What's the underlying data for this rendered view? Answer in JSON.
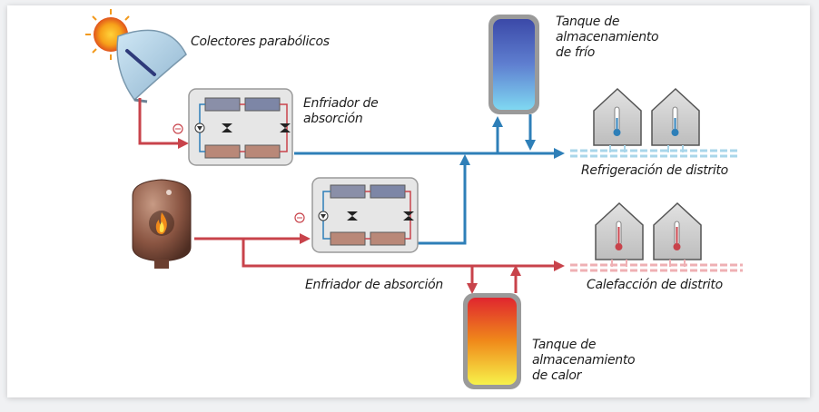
{
  "labels": {
    "solar_collectors": "Colectores parabólicos",
    "chiller_top_l1": "Enfriador de",
    "chiller_top_l2": "absorción",
    "chiller_bottom": "Enfriador de absorción",
    "cold_tank_l1": "Tanque de",
    "cold_tank_l2": "almacenamiento",
    "cold_tank_l3": "de frío",
    "district_cooling": "Refrigeración de distrito",
    "district_heating": "Calefacción de distrito",
    "heat_tank_l1": "Tanque de",
    "heat_tank_l2": "almacenamiento",
    "heat_tank_l3": "de calor"
  },
  "colors": {
    "hot_pipe": "#c8434b",
    "cold_pipe": "#2e7fb8",
    "panel_fill": "#e6e6e6",
    "panel_stroke": "#9a9a9a",
    "house_fill": "#d2d2d2"
  },
  "icons": [
    "sun-icon",
    "parabolic-collector-icon",
    "boiler-icon",
    "flame-icon",
    "house-icon",
    "thermometer-icon",
    "pump-icon",
    "valve-icon"
  ]
}
